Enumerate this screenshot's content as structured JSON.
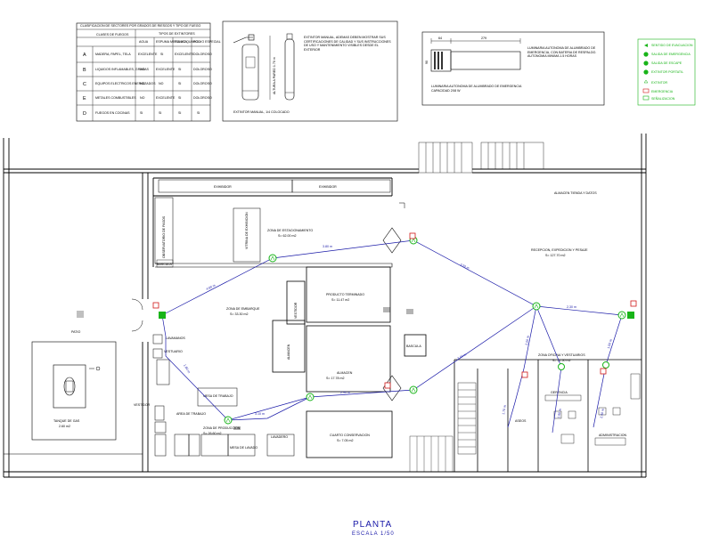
{
  "title": "PLANTA",
  "scale": "ESCALA 1/50",
  "classification_table": {
    "heading": "CLASIFICACION DE SECTORES POR GRADOS DE RIESGOS Y TIPO DE FUEGO",
    "col_class": "CLASES DE FUEGOS",
    "col_group": "TIPOS DE EXTINTORES",
    "cols": [
      "AGUA",
      "ESPUMA MECANICA",
      "POLVO QUIMICO",
      "POLVO ESPECIAL"
    ],
    "rows": [
      {
        "letter": "A",
        "desc": "MADERA, PAPEL, TELA",
        "cells": [
          "EXCELENTE",
          "SI",
          "EXCELENTE",
          "DOLOROSO"
        ]
      },
      {
        "letter": "B",
        "desc": "LIQUIDOS INFLAMABLES, GRASAS",
        "cells": [
          "NO",
          "EXCELENTE",
          "SI",
          "DOLOROSO"
        ]
      },
      {
        "letter": "C",
        "desc": "EQUIPOS ELECTRICOS ENERGIZADOS",
        "cells": [
          "NO",
          "NO",
          "SI",
          "DOLOROSO"
        ]
      },
      {
        "letter": "E",
        "desc": "METALES COMBUSTIBLES",
        "cells": [
          "NO",
          "EXCELENTE",
          "SI",
          "DOLOROSO"
        ]
      },
      {
        "letter": "D",
        "desc": "FUEGOS EN COCINAS",
        "cells": [
          "SI",
          "SI",
          "SI",
          "SI"
        ]
      }
    ]
  },
  "extinguisher_box": {
    "label_height": "ALTURA A PARED 1.70 m",
    "text": "EXTINTOR MANUAL, ADEMAS DEBEN MOSTRAR SUS CERTIFICACIONES DE CALIDAD Y SUS INSTRUCCIONES DE USO Y MANTENIMIENTO VISIBLES DESDE EL EXTERIOR",
    "caption": "EXTINTOR MANUAL, 1/4 COLOCADO"
  },
  "lamp_box": {
    "dim_left": "64",
    "dim_right": "279",
    "dim_height": "90",
    "text": "LUMINARIA AUTONOMA DE ALUMBRADO DE EMERGENCIA, CON BATERIA DE RESPALDO. AUTONOMIA MINIMA 1.5 HORAS",
    "caption": "LUMINARIA AUTONOMA DE ALUMBRADO DE EMERGENCIA CAPACIDAD 2X8 W"
  },
  "legend": {
    "items": [
      "SENTIDO DE EVACUACION",
      "SALIDA DE EMERGENCIA",
      "SALIDA DE ESCAPE",
      "EXTINTOR PORTATIL",
      "EXTINTOR",
      "EMERGENCIA",
      "SEÑALIZACION"
    ]
  },
  "rooms": {
    "cashier": "OBSERVATORIO DE PASOS",
    "shelf_top": "EXHIBIDOR",
    "shelf_top2": "EXHIBIDOR",
    "display": "VITRINA DE EXHIBICION",
    "zona_estacionamiento": "ZONA DE ESTACIONAMIENTO",
    "zona_estacionamiento_area": "S= 62.00 m2",
    "zona_embarque": "ZONA DE EMBARQUE",
    "zona_embarque_area": "S= 33.30 m2",
    "producto_terminado": "PRODUCTO TERMINADO",
    "producto_terminado_area": "S= 11.47 m2",
    "almacen": "ALMACEN",
    "almacen_area": "S= 17.78 m2",
    "cuarto_conservacion": "CUARTO CONSERVACION",
    "cuarto_conservacion_area": "S= 7.05 m2",
    "almacen_tienda": "ALMACEN TIENDA Y DATOS",
    "recepcion": "RECEPCION, EXPEDICION Y PESAJE",
    "recepcion_area": "S= 127.70 m2",
    "zona_oficina": "ZONA OFICINA Y VESTUARIOS",
    "zona_oficina_area": "S= 21.50 m2",
    "gerencia": "GERENCIA",
    "aseos": "ASEOS",
    "administracion": "ADMINISTRACION",
    "patio": "PATIO",
    "tanque": "TANQUE DE GAS",
    "tanque_area": "2.60 m2",
    "mesa": "MESA DE TRABAJO",
    "vestidor": "VESTIDOR",
    "bascula": "BASCULA",
    "bascula2": "BASCULA",
    "lavamanos": "LAVAMANOS",
    "vestuario": "VESTUARIO",
    "area_trabajo": "AREA DE TRABAJO",
    "mesa_lavado": "MESA DE LAVADO",
    "lavadero": "LAVADERO",
    "zona_produccion": "ZONA DE PRODUCCION",
    "zona_produccion_area": "S= 26.60 m2",
    "almacen_small": "ALMACEN"
  },
  "route_lengths": [
    "4.00 m",
    "3.80 m",
    "3.50 m",
    "2.30 m",
    "1.80 m",
    "3.10 m",
    "2.90 m",
    "3.40 m",
    "2.00 m",
    "1.70 m",
    "1.50 m",
    "2.40 m",
    "1.60 m"
  ],
  "colors": {
    "route": "#1a1aa8",
    "marker": "#18b418",
    "alarm": "#d01818"
  }
}
